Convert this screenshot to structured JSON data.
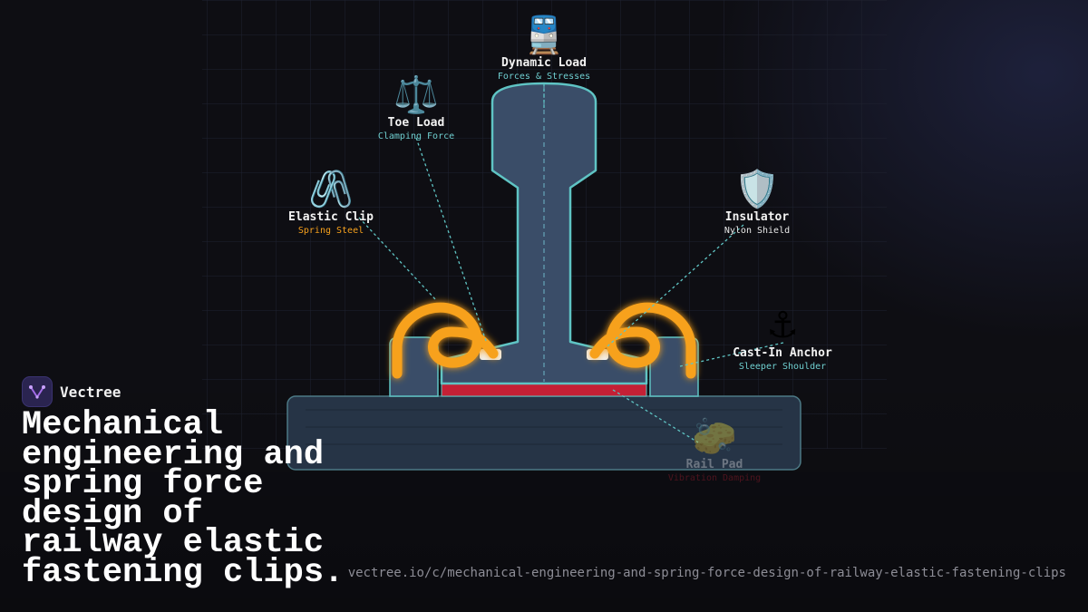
{
  "brand": {
    "name": "Vectree",
    "accent": "#a26be6"
  },
  "headline": "Mechanical engineering and spring force design of railway elastic fastening clips.",
  "url": "vectree.io/c/mechanical-engineering-and-spring-force-design-of-railway-elastic-fastening-clips",
  "colors": {
    "rail_fill": "#3a4d68",
    "rail_stroke": "#5fc4c4",
    "clip": "#f7a11c",
    "pad": "#c42035",
    "leader": "#5fc4c4"
  },
  "components": {
    "dynamic_load": {
      "icon": "train-icon",
      "glyph": "🚆",
      "title": "Dynamic Load",
      "subtitle": "Forces & Stresses",
      "subtitle_color": "#6fcfd0"
    },
    "toe_load": {
      "icon": "balance-scale-icon",
      "glyph": "⚖️",
      "title": "Toe Load",
      "subtitle": "Clamping Force",
      "subtitle_color": "#6fcfd0"
    },
    "elastic_clip": {
      "icon": "paperclip-icon",
      "glyph": "🖇️",
      "title": "Elastic Clip",
      "subtitle": "Spring Steel",
      "subtitle_color": "#f7a11c"
    },
    "insulator": {
      "icon": "shield-icon",
      "glyph": "🛡️",
      "title": "Insulator",
      "subtitle": "Nylon Shield",
      "subtitle_color": "#e8e8e8"
    },
    "cast_in_anchor": {
      "icon": "anchor-icon",
      "glyph": "⚓",
      "title": "Cast-In Anchor",
      "subtitle": "Sleeper Shoulder",
      "subtitle_color": "#6fcfd0"
    },
    "rail_pad": {
      "icon": "sponge-icon",
      "glyph": "🧽",
      "title": "Rail Pad",
      "subtitle": "Vibration Damping",
      "subtitle_color": "#c42035"
    }
  }
}
